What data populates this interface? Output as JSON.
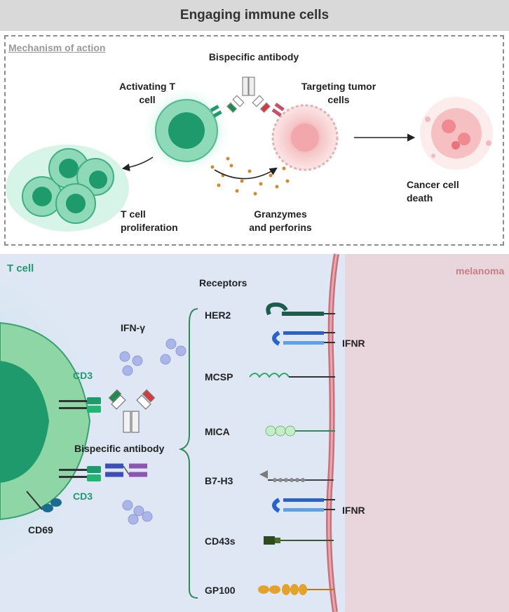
{
  "title": "Engaging immune cells",
  "top": {
    "section_label": "Mechanism of action",
    "bispecific_label": "Bispecific antibody",
    "activating_label": "Activating T cell",
    "activating_line1": "Activating T",
    "activating_line2": "cell",
    "targeting_line1": "Targeting tumor",
    "targeting_line2": "cells",
    "cancer_line1": "Cancer cell",
    "cancer_line2": "death",
    "prolif_line1": "T cell",
    "prolif_line2": "proliferation",
    "granz_line1": "Granzymes",
    "granz_line2": "and perforins"
  },
  "bottom": {
    "tcell_label": "T cell",
    "melanoma_label": "melanoma",
    "receptors_label": "Receptors",
    "ifn_label": "IFN-γ",
    "cd3_top": "CD3",
    "cd3_bottom": "CD3",
    "bispecific_label": "Bispecific antibody",
    "cd69_label": "CD69",
    "receptors": [
      "HER2",
      "MCSP",
      "MICA",
      "B7-H3",
      "CD43s",
      "GP100"
    ],
    "ifnr_labels": [
      "IFNR",
      "IFNR"
    ]
  },
  "colors": {
    "tcell_green": "#1f9a6c",
    "tumor_pink": "#f3c2c6",
    "melanoma_bg": "#e9d6dc",
    "panel_bg": "#dfe7f5",
    "membrane": "#c9717b"
  }
}
